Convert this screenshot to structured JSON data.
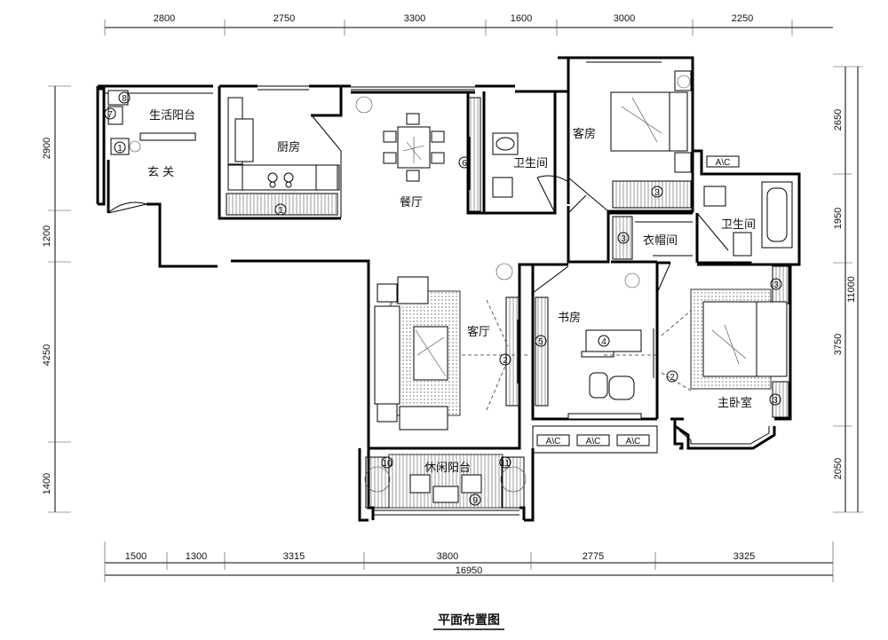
{
  "title": "平面布置图",
  "dims": {
    "top": [
      "2800",
      "2750",
      "3300",
      "1600",
      "3000",
      "2250"
    ],
    "bottom": [
      "1500",
      "1300",
      "3315",
      "3800",
      "2775",
      "3325"
    ],
    "bottom_total": "16950",
    "left": [
      "2900",
      "1200",
      "4250",
      "1400"
    ],
    "right": [
      "2650",
      "1950",
      "3750",
      "2050"
    ],
    "right_total": "11000"
  },
  "rooms": {
    "utility_balcony": "生活阳台",
    "foyer": "玄 关",
    "kitchen": "厨房",
    "dining": "餐厅",
    "bath1": "卫生间",
    "guest_room": "客房",
    "bath2": "卫生间",
    "cloakroom": "衣帽间",
    "living": "客厅",
    "study": "书房",
    "master": "主卧室",
    "leisure_balcony": "休闲阳台"
  },
  "tags": [
    "1",
    "2",
    "3",
    "4",
    "5",
    "6",
    "7",
    "8",
    "9",
    "10",
    "11"
  ],
  "ac_label": "A\\C"
}
